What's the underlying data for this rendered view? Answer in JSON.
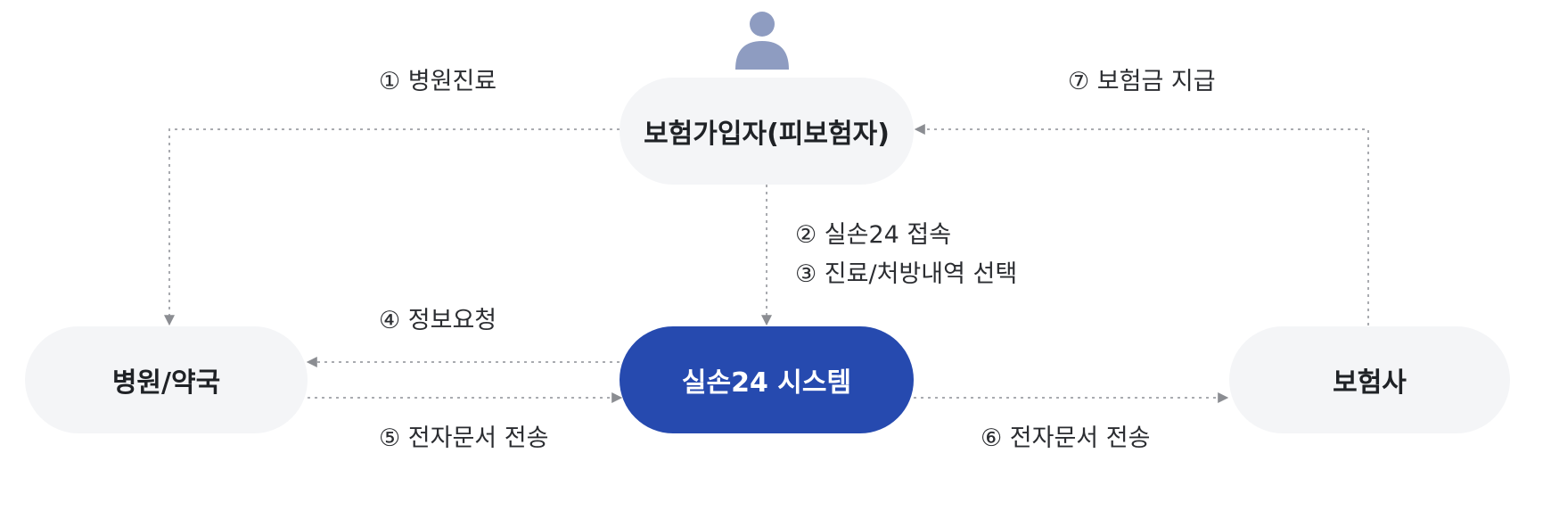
{
  "nodes": {
    "insured": "보험가입자(피보험자)",
    "system": "실손24 시스템",
    "hospital": "병원/약국",
    "insurer": "보험사"
  },
  "steps": {
    "s1": "① 병원진료",
    "s2": "② 실손24 접속",
    "s3": "③ 진료/처방내역 선택",
    "s4": "④ 정보요청",
    "s5": "⑤ 전자문서 전송",
    "s6": "⑥ 전자문서 전송",
    "s7": "⑦ 보험금 지급"
  },
  "icons": {
    "person": "person-icon"
  },
  "colors": {
    "system_fill": "#264aaf",
    "node_fill": "#f4f5f7",
    "person_icon": "#8e9cc1",
    "connector": "#a9abb0",
    "text": "#1f2226"
  }
}
